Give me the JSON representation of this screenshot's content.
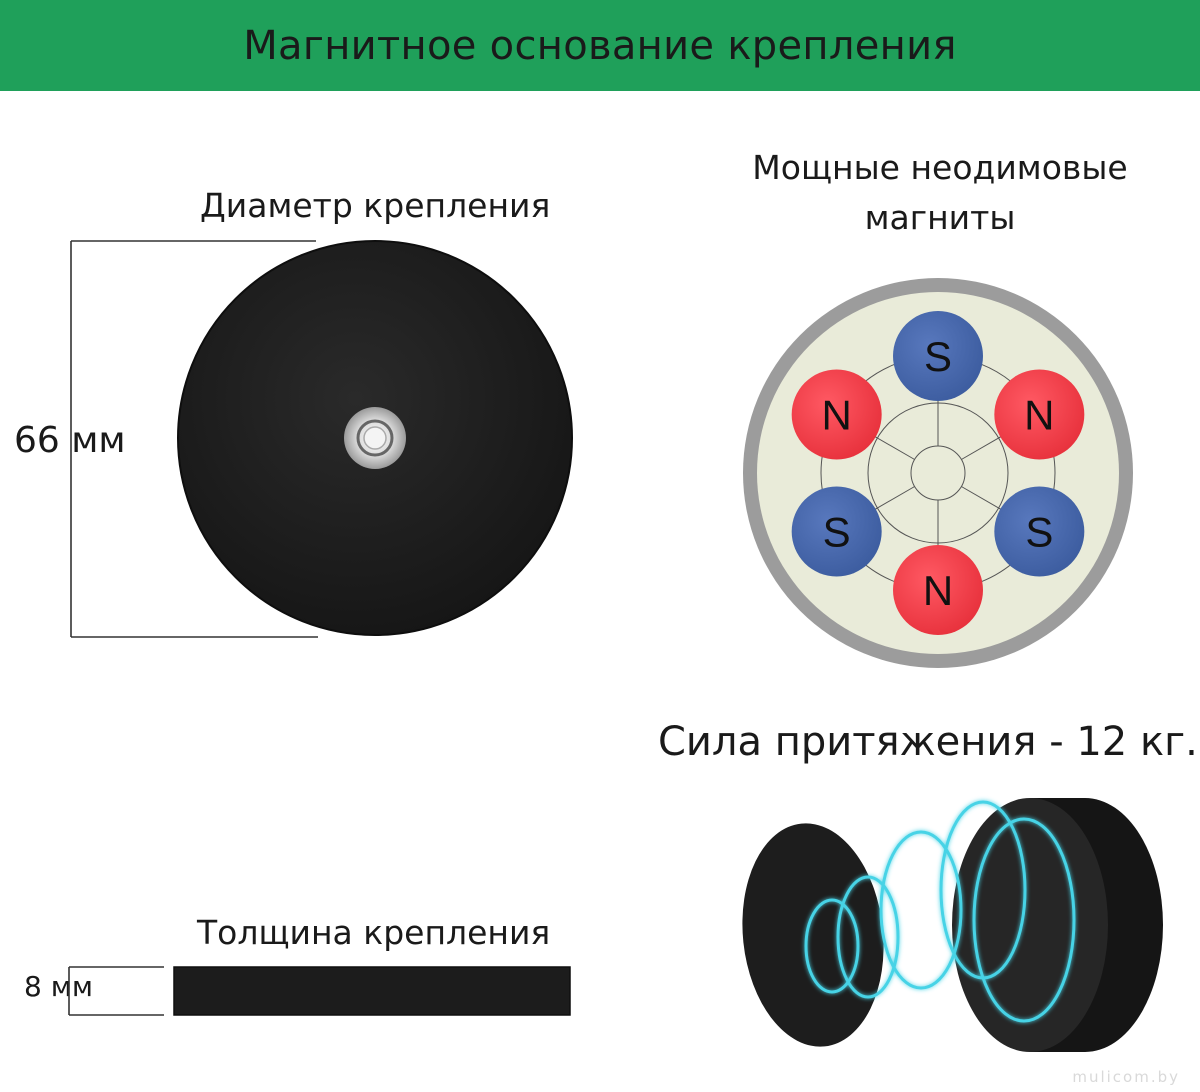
{
  "header": {
    "title": "Магнитное основание крепления",
    "background": "#1fa05a"
  },
  "diameter": {
    "caption": "Диаметр крепления",
    "value": "66 мм"
  },
  "magnets": {
    "caption_line1": "Мощные неодимовые",
    "caption_line2": "магниты",
    "poles": [
      "S",
      "N",
      "S",
      "N",
      "S",
      "N"
    ],
    "north_color": "#ef3e48",
    "south_color": "#4767ad"
  },
  "thickness": {
    "caption": "Толщина крепления",
    "value": "8 мм"
  },
  "force": {
    "caption": "Сила притяжения - 12 кг."
  },
  "watermark": "mulicom.by"
}
